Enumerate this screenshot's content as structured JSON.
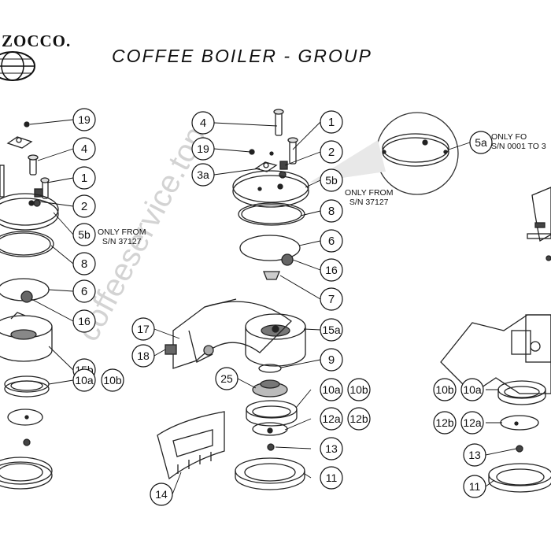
{
  "header": {
    "logo_text": "ZOCCO.",
    "title": "COFFEE BOILER - GROUP"
  },
  "notes": {
    "left_5b": "ONLY FROM\nS/N 37127",
    "mid_5b": "ONLY FROM\nS/N 37127",
    "right_5a": "ONLY FO\nS/N 0001 TO 3",
    "right_edge": "ONLY FO"
  },
  "watermark": "coffeeservice.top",
  "callouts": {
    "left": [
      "19",
      "4",
      "1",
      "2",
      "5b",
      "8",
      "6",
      "16",
      "15b",
      "10a",
      "10b"
    ],
    "middle": [
      "4",
      "1",
      "19",
      "2",
      "3a",
      "5b",
      "8",
      "6",
      "16",
      "7",
      "17",
      "18",
      "15a",
      "9",
      "25",
      "10a",
      "10b",
      "12a",
      "12b",
      "13",
      "11",
      "14"
    ],
    "right": [
      "5a",
      "10b",
      "10a",
      "12b",
      "12a",
      "13",
      "11"
    ]
  }
}
